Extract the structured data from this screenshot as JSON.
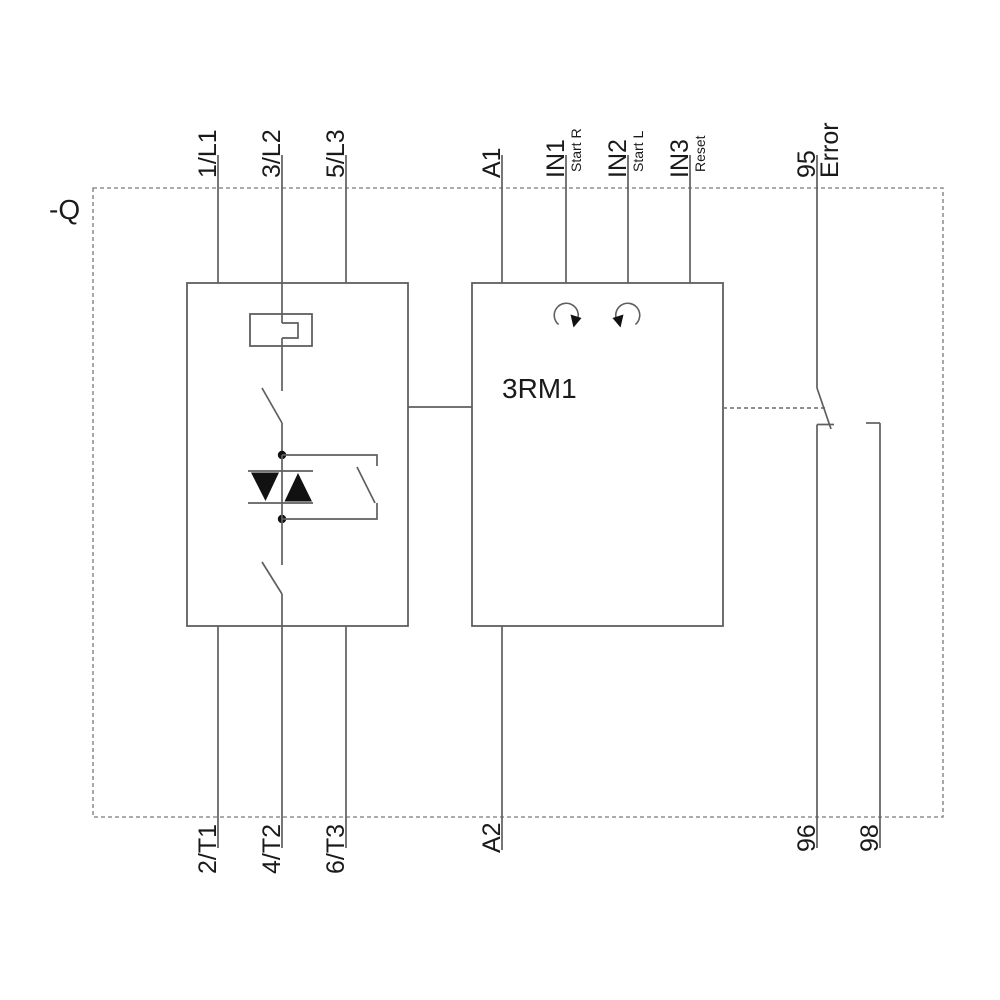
{
  "diagram": {
    "designation": "-Q",
    "device_label": "3RM1",
    "terminals_top": {
      "l1": "1/L1",
      "l2": "3/L2",
      "l3": "5/L3",
      "a1": "A1",
      "in1": "IN1",
      "in1_function": "Start R",
      "in2": "IN2",
      "in2_function": "Start L",
      "in3": "IN3",
      "in3_function": "Reset",
      "aux95": "95",
      "aux95_function": "Error"
    },
    "terminals_bottom": {
      "t1": "2/T1",
      "t2": "4/T2",
      "t3": "6/T3",
      "a2": "A2",
      "aux96": "96",
      "aux98": "98"
    },
    "icons": [
      "rotate-right-icon",
      "rotate-left-icon"
    ],
    "colors": {
      "line": "#5f5f5f",
      "dashed_border": "#7a7a7a",
      "text": "#1a1a1a",
      "symbol_fill": "#111111",
      "background": "#ffffff"
    }
  }
}
